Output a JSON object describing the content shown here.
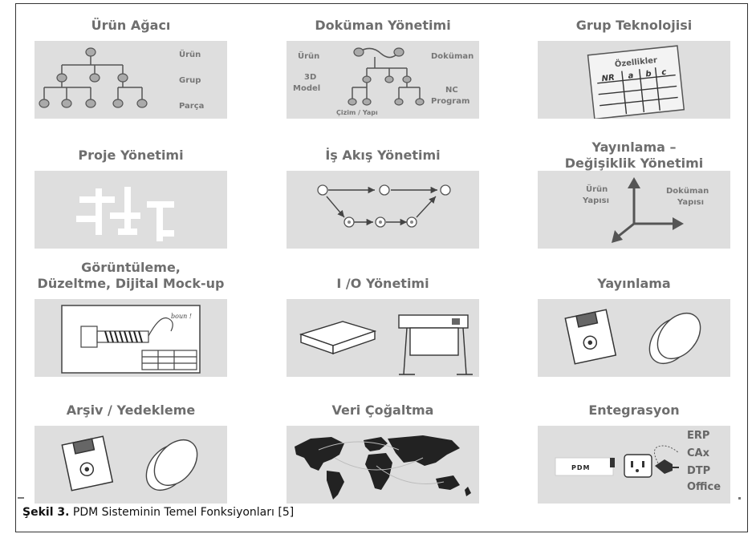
{
  "cells": [
    {
      "title": "Ürün Ağacı",
      "labels": {
        "l1": "Ürün",
        "l2": "Grup",
        "l3": "Parça"
      }
    },
    {
      "title": "Doküman Yönetimi",
      "labels": {
        "l1": "Ürün",
        "l2": "Doküman",
        "l3": "3D",
        "l4": "Model",
        "l5": "NC",
        "l6": "Program",
        "l7": "Çizim / Yapı"
      }
    },
    {
      "title": "Grup Teknolojisi",
      "labels": {
        "l1": "Özellikler",
        "l2": "NR",
        "l3": "a",
        "l4": "b",
        "l5": "c"
      }
    },
    {
      "title": "Proje Yönetimi",
      "labels": {}
    },
    {
      "title": "İş Akış Yönetimi",
      "labels": {}
    },
    {
      "title_line1": "Yayınlama –",
      "title_line2": "Değişiklik Yönetimi",
      "labels": {
        "l1": "Ürün",
        "l2": "Yapısı",
        "l3": "Doküman",
        "l4": "Yapısı"
      }
    },
    {
      "title_line1": "Görüntüleme,",
      "title_line2": "Düzeltme, Dijital Mock-up",
      "labels": {
        "l1": "boun !"
      }
    },
    {
      "title": "I /O Yönetimi",
      "labels": {}
    },
    {
      "title": "Yayınlama",
      "labels": {}
    },
    {
      "title": "Arşiv / Yedekleme",
      "labels": {}
    },
    {
      "title": "Veri Çoğaltma",
      "labels": {}
    },
    {
      "title": "Entegrasyon",
      "labels": {
        "l1": "PDM",
        "l2": "ERP",
        "l3": "CAx",
        "l4": "DTP",
        "l5": "Office"
      }
    }
  ],
  "caption": {
    "label": "Şekil 3.",
    "text": " PDM Sisteminin Temel Fonksiyonları [5]"
  }
}
